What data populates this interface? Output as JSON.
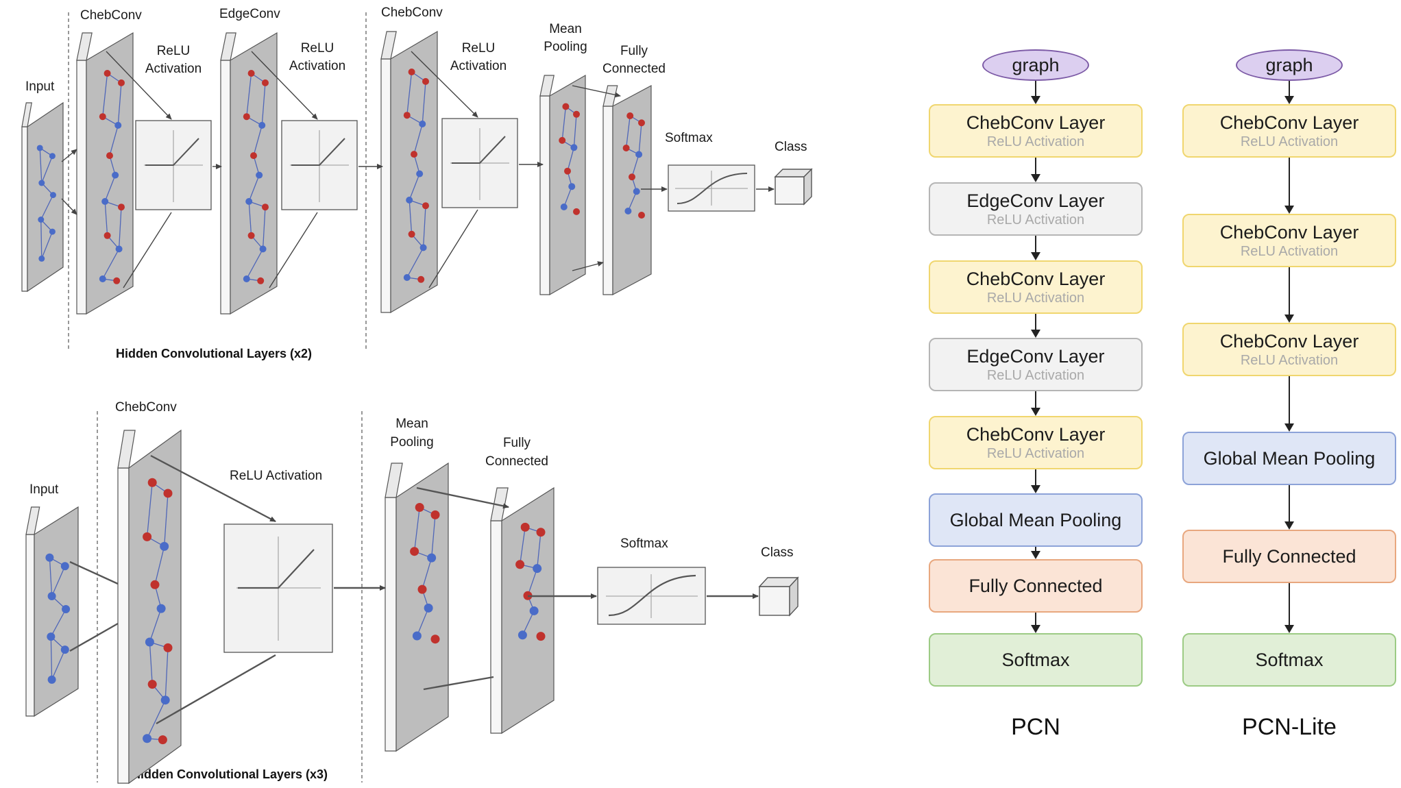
{
  "top_network": {
    "labels": {
      "input": "Input",
      "chebconv_1": "ChebConv",
      "relu_1": [
        "ReLU",
        "Activation"
      ],
      "edgeconv": "EdgeConv",
      "relu_2": [
        "ReLU",
        "Activation"
      ],
      "chebconv_2": "ChebConv",
      "relu_3": [
        "ReLU",
        "Activation"
      ],
      "mean_pooling": [
        "Mean",
        "Pooling"
      ],
      "fully_connected": [
        "Fully",
        "Connected"
      ],
      "softmax": "Softmax",
      "class": "Class"
    },
    "caption": "Hidden Convolutional Layers (x2)"
  },
  "bottom_network": {
    "labels": {
      "input": "Input",
      "chebconv": "ChebConv",
      "relu": "ReLU Activation",
      "mean_pooling": [
        "Mean",
        "Pooling"
      ],
      "fully_connected": [
        "Fully",
        "Connected"
      ],
      "softmax": "Softmax",
      "class": "Class"
    },
    "caption": "Hidden Convolutional Layers (x3)"
  },
  "pcn": {
    "title": "PCN",
    "start": "graph",
    "blocks": [
      {
        "main": "ChebConv Layer",
        "sub": "ReLU Activation",
        "kind": "cheb"
      },
      {
        "main": "EdgeConv Layer",
        "sub": "ReLU Activation",
        "kind": "edge"
      },
      {
        "main": "ChebConv Layer",
        "sub": "ReLU Activation",
        "kind": "cheb"
      },
      {
        "main": "EdgeConv Layer",
        "sub": "ReLU Activation",
        "kind": "edge"
      },
      {
        "main": "ChebConv Layer",
        "sub": "ReLU Activation",
        "kind": "cheb"
      },
      {
        "main": "Global Mean Pooling",
        "sub": "",
        "kind": "pool"
      },
      {
        "main": "Fully Connected",
        "sub": "",
        "kind": "fc"
      },
      {
        "main": "Softmax",
        "sub": "",
        "kind": "soft"
      }
    ]
  },
  "pcn_lite": {
    "title": "PCN-Lite",
    "start": "graph",
    "blocks": [
      {
        "main": "ChebConv Layer",
        "sub": "ReLU Activation",
        "kind": "cheb"
      },
      {
        "main": "ChebConv Layer",
        "sub": "ReLU Activation",
        "kind": "cheb"
      },
      {
        "main": "ChebConv Layer",
        "sub": "ReLU Activation",
        "kind": "cheb"
      },
      {
        "main": "Global Mean Pooling",
        "sub": "",
        "kind": "pool"
      },
      {
        "main": "Fully Connected",
        "sub": "",
        "kind": "fc"
      },
      {
        "main": "Softmax",
        "sub": "",
        "kind": "soft"
      }
    ]
  },
  "colors": {
    "cheb_fill": "#fdf3cf",
    "cheb_border": "#f0d66e",
    "edge_fill": "#f2f2f2",
    "edge_border": "#b5b5b5",
    "pool_fill": "#dfe6f6",
    "pool_border": "#8ca2d8",
    "fc_fill": "#fbe4d6",
    "fc_border": "#e8a77e",
    "soft_fill": "#e1efd7",
    "soft_border": "#9ccb84",
    "node_red": "#c0322d",
    "node_blue": "#4a6cc8",
    "panel_gray": "#bdbdbd"
  }
}
